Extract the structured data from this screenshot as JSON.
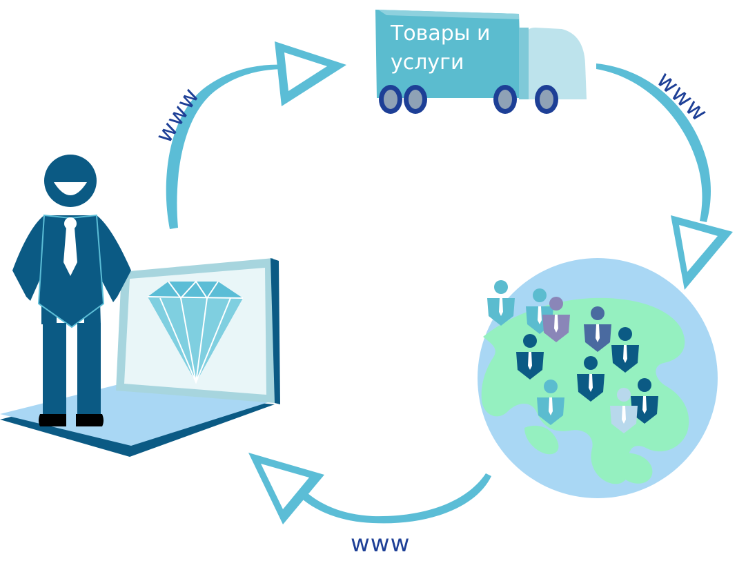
{
  "truck": {
    "label_line1": "Товары и",
    "label_line2": "услуги"
  },
  "links": {
    "top_left": "www",
    "top_right": "www",
    "bottom": "www"
  },
  "colors": {
    "arrow": "#5bbdd6",
    "truck_body": "#5bbccf",
    "truck_cab": "#bde3ec",
    "person": "#0b5a84",
    "laptop": "#a7d5de",
    "globe_ocean": "#a9d7f4",
    "globe_land": "#95f0c0",
    "www_text": "#1d3f96"
  }
}
